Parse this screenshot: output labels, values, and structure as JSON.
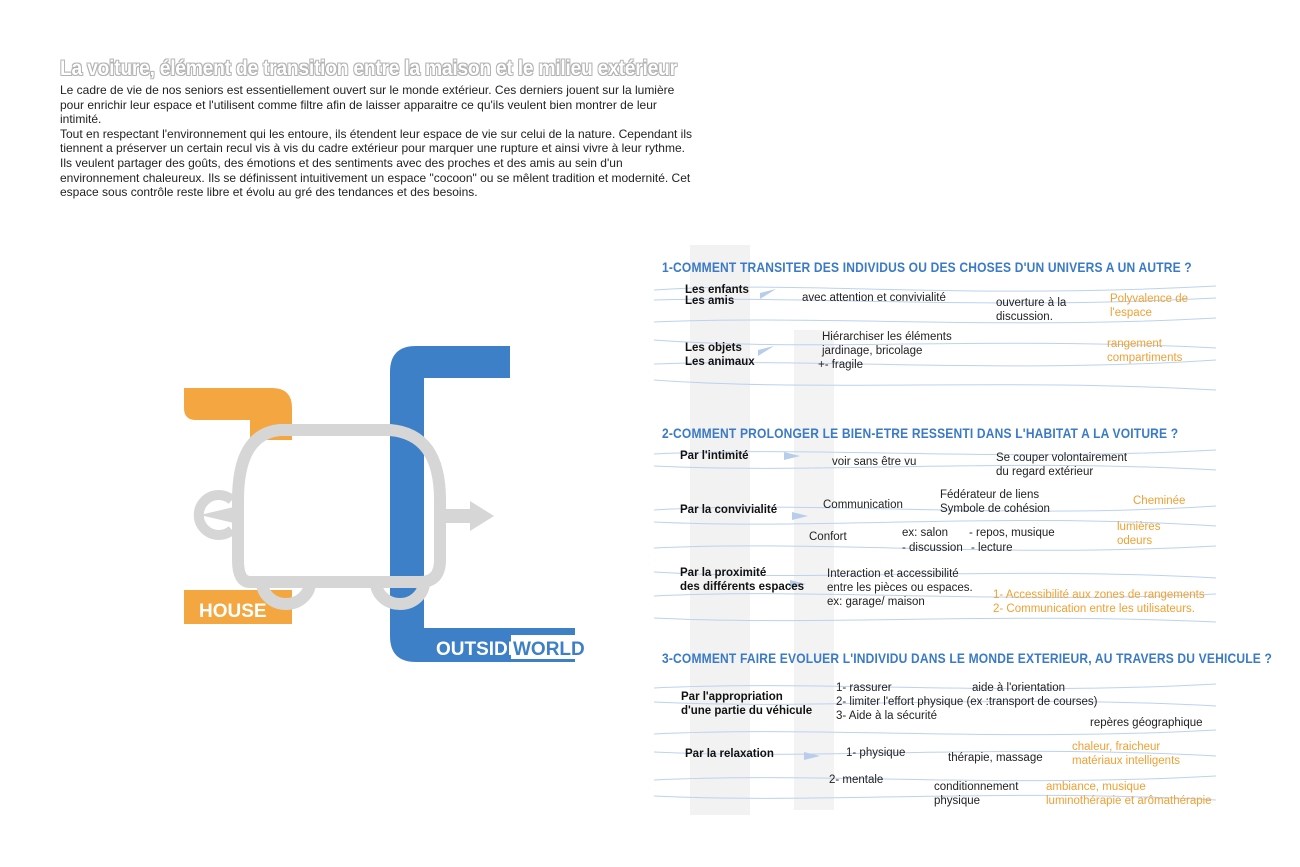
{
  "title": "La voiture, élément de transition entre la maison et le milieu extérieur",
  "intro": {
    "paragraph1": "Le cadre de vie de nos seniors est essentiellement ouvert sur le monde extérieur. Ces derniers jouent sur la lumière pour enrichir leur espace et l'utilisent comme filtre afin de laisser apparaitre ce qu'ils veulent bien montrer de leur intimité.",
    "paragraph2": "Tout en respectant l'environnement qui les entoure, ils étendent leur espace de vie sur celui de la nature. Cependant ils tiennent a préserver un certain recul vis à vis du cadre extérieur pour marquer une rupture et ainsi vivre à leur rythme. Ils veulent partager des goûts, des émotions et des sentiments avec des proches et des amis au sein d'un environnement chaleureux. Ils se définissent intuitivement un espace \"cocoon\" ou se mêlent tradition et modernité. Cet espace sous contrôle reste libre et évolu au gré des tendances et des besoins."
  },
  "diagram": {
    "house_label": "HOUSE",
    "outside_label": "OUTSIDE",
    "world_label": "WORLD",
    "colors": {
      "orange": "#f4a640",
      "blue": "#3d80c8",
      "grey": "#d6d6d6"
    }
  },
  "sections": {
    "q1": {
      "heading": "1-COMMENT TRANSITER DES INDIVIDUS OU DES CHOSES D'UN UNIVERS A UN AUTRE ?",
      "r1_label1": "Les enfants",
      "r1_label2": "Les amis",
      "r1_text": "avec attention et convivialité",
      "r1_text2a": "ouverture à la",
      "r1_text2b": "discussion.",
      "r1_orange_a": "Polyvalence de",
      "r1_orange_b": "l'espace",
      "r2_label1": "Les objets",
      "r2_label2": "Les animaux",
      "r2_text_a": "Hiérarchiser les éléments",
      "r2_text_b": "jardinage, bricolage",
      "r2_text_c": "+- fragile",
      "r2_orange_a": "rangement",
      "r2_orange_b": "compartiments"
    },
    "q2": {
      "heading": "2-COMMENT PROLONGER LE BIEN-ETRE RESSENTI DANS L'HABITAT A LA VOITURE ?",
      "r1_label": "Par l'intimité",
      "r1_text": "voir sans être vu",
      "r1_text2a": "Se couper volontairement",
      "r1_text2b": "du regard extérieur",
      "r2_label": "Par la convivialité",
      "r2_communication": "Communication",
      "r2_federateur": "Fédérateur de liens",
      "r2_symbole": "Symbole de cohésion",
      "r2_cheminee": "Cheminée",
      "r2_confort": "Confort",
      "r2_salon": "ex: salon",
      "r2_discussion": "- discussion",
      "r2_repos": "- repos, musique",
      "r2_lecture": "- lecture",
      "r2_lumieres": "lumières",
      "r2_odeurs": "odeurs",
      "r3_label1": "Par la proximité",
      "r3_label2": "des différents espaces",
      "r3_text_a": "Interaction et accessibilité",
      "r3_text_b": "entre les pièces ou espaces.",
      "r3_text_c": "ex: garage/ maison",
      "r3_orange_a": "1- Accessibilité aux zones de rangements",
      "r3_orange_b": "2- Communication entre les utilisateurs."
    },
    "q3": {
      "heading": "3-COMMENT FAIRE EVOLUER L'INDIVIDU DANS LE MONDE EXTERIEUR, AU TRAVERS DU  VEHICULE ?",
      "r1_label1": "Par l'appropriation",
      "r1_label2": "d'une partie du véhicule",
      "r1_rassurer": "1- rassurer",
      "r1_orientation": "aide à l'orientation",
      "r1_limiter": "2- limiter l'effort physique (ex :transport de courses)",
      "r1_securite": "3- Aide à la sécurité",
      "r1_reperes": "repères géographique",
      "r2_label": "Par la relaxation",
      "r2_physique": "1- physique",
      "r2_therapie": "thérapie, massage",
      "r2_chaleur": "chaleur, fraicheur",
      "r2_materiaux": "matériaux intelligents",
      "r2_mentale": "2- mentale",
      "r2_cond_a": "conditionnement",
      "r2_cond_b": "physique",
      "r2_ambiance": "ambiance, musique",
      "r2_lumino": "luminothérapie et arômathérapie"
    }
  }
}
